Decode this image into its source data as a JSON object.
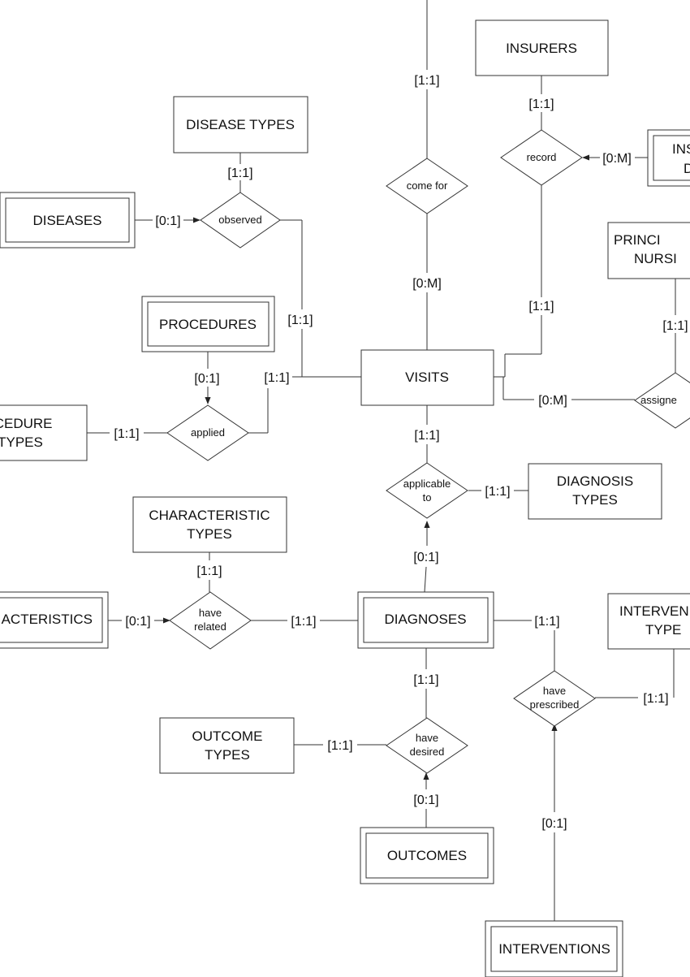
{
  "entities": {
    "insurers": [
      "INSURERS"
    ],
    "disease_types": [
      "DISEASE TYPES"
    ],
    "diseases": [
      "DISEASES"
    ],
    "procedures": [
      "PROCEDURES"
    ],
    "procedure_types": [
      "OCEDURE",
      "TYPES"
    ],
    "visits": [
      "VISITS"
    ],
    "insurance_details": [
      "INS",
      "D"
    ],
    "principal_nurses": [
      "PRINCI",
      "NURSI"
    ],
    "diagnosis_types": [
      "DIAGNOSIS",
      "TYPES"
    ],
    "characteristic_types": [
      "CHARACTERISTIC",
      "TYPES"
    ],
    "characteristics": [
      "ACTERISTICS"
    ],
    "diagnoses": [
      "DIAGNOSES"
    ],
    "intervention_types": [
      "INTERVEN",
      "TYPE"
    ],
    "outcome_types": [
      "OUTCOME",
      "TYPES"
    ],
    "outcomes": [
      "OUTCOMES"
    ],
    "interventions": [
      "INTERVENTIONS"
    ]
  },
  "relationships": {
    "come_for": [
      "come for"
    ],
    "record": [
      "record"
    ],
    "observed": [
      "observed"
    ],
    "applied": [
      "applied"
    ],
    "assigned": [
      "assigne"
    ],
    "applicable_to": [
      "applicable",
      "to"
    ],
    "have_related": [
      "have",
      "related"
    ],
    "have_prescribed": [
      "have",
      "prescribed"
    ],
    "have_desired": [
      "have",
      "desired"
    ]
  },
  "cardinalities": {
    "top_visits": "[1:1]",
    "insurers_record": "[1:1]",
    "insdetails_record": "[0:M]",
    "diseasetypes_observed": "[1:1]",
    "diseases_observed": "[0:1]",
    "visits_comefor": "[0:M]",
    "observed_visits": "[1:1]",
    "record_visits": "[1:1]",
    "nurses_assigned": "[1:1]",
    "procedures_applied": "[0:1]",
    "applied_visits": "[1:1]",
    "proctypes_applied": "[1:1]",
    "visits_assigned": "[0:M]",
    "visits_applicable": "[1:1]",
    "diagtypes_applicable": "[1:1]",
    "diagnoses_applicable": "[0:1]",
    "chartypes_related": "[1:1]",
    "characteristics_related": "[0:1]",
    "diagnoses_related": "[1:1]",
    "diagnoses_prescribed": "[1:1]",
    "diagnoses_desired": "[1:1]",
    "intervtypes_prescribed": "[1:1]",
    "outcometypes_desired": "[1:1]",
    "outcomes_desired": "[0:1]",
    "interventions_prescribed": "[0:1]"
  }
}
